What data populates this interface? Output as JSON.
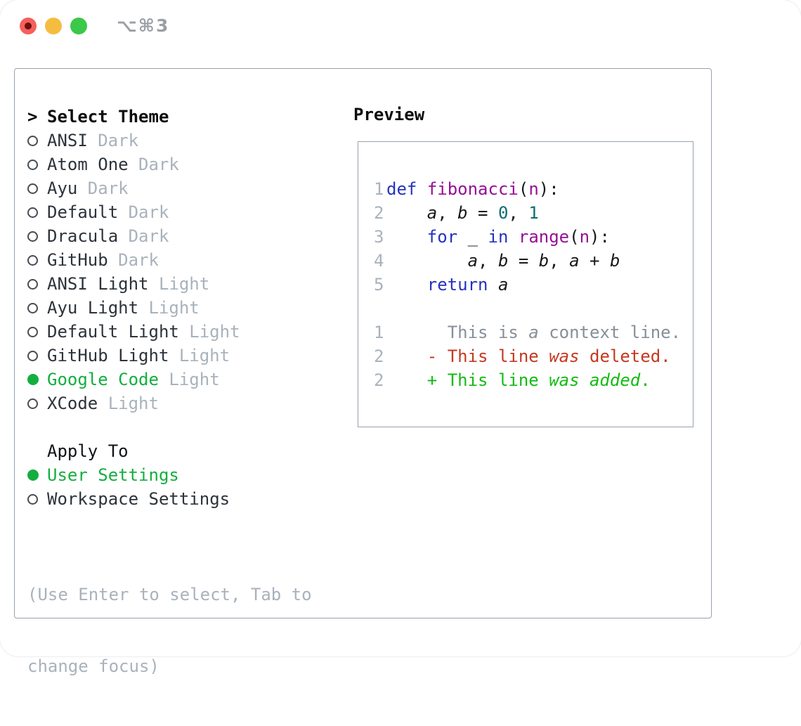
{
  "window": {
    "shortcut": "⌥⌘3",
    "traffic_lights": [
      "close",
      "minimize",
      "zoom"
    ]
  },
  "theme_picker": {
    "prompt": ">",
    "title": "Select Theme",
    "items": [
      {
        "name": "ANSI",
        "variant": "Dark",
        "selected": false
      },
      {
        "name": "Atom One",
        "variant": "Dark",
        "selected": false
      },
      {
        "name": "Ayu",
        "variant": "Dark",
        "selected": false
      },
      {
        "name": "Default",
        "variant": "Dark",
        "selected": false
      },
      {
        "name": "Dracula",
        "variant": "Dark",
        "selected": false
      },
      {
        "name": "GitHub",
        "variant": "Dark",
        "selected": false
      },
      {
        "name": "ANSI Light",
        "variant": "Light",
        "selected": false
      },
      {
        "name": "Ayu Light",
        "variant": "Light",
        "selected": false
      },
      {
        "name": "Default Light",
        "variant": "Light",
        "selected": false
      },
      {
        "name": "GitHub Light",
        "variant": "Light",
        "selected": false
      },
      {
        "name": "Google Code",
        "variant": "Light",
        "selected": true
      },
      {
        "name": "XCode",
        "variant": "Light",
        "selected": false
      }
    ],
    "apply_to": {
      "title": "Apply To",
      "options": [
        {
          "label": "User Settings",
          "selected": true
        },
        {
          "label": "Workspace Settings",
          "selected": false
        }
      ]
    },
    "help": [
      "(Use Enter to select, Tab to",
      "change focus)"
    ]
  },
  "preview": {
    "title": "Preview",
    "lines": [
      {
        "num": "1",
        "segs": [
          {
            "t": "def",
            "s": "kw"
          },
          {
            "t": " ",
            "s": "pln"
          },
          {
            "t": "fibonacci",
            "s": "fn"
          },
          {
            "t": "(",
            "s": "pln"
          },
          {
            "t": "n",
            "s": "fn"
          },
          {
            "t": "):",
            "s": "pln"
          }
        ]
      },
      {
        "num": "2",
        "segs": [
          {
            "t": "    ",
            "s": "pln"
          },
          {
            "t": "a",
            "s": "var"
          },
          {
            "t": ", ",
            "s": "pln"
          },
          {
            "t": "b",
            "s": "var"
          },
          {
            "t": " = ",
            "s": "pln"
          },
          {
            "t": "0",
            "s": "lit"
          },
          {
            "t": ", ",
            "s": "pln"
          },
          {
            "t": "1",
            "s": "lit"
          }
        ]
      },
      {
        "num": "3",
        "segs": [
          {
            "t": "    ",
            "s": "pln"
          },
          {
            "t": "for",
            "s": "kw"
          },
          {
            "t": " _ ",
            "s": "pln"
          },
          {
            "t": "in",
            "s": "kw"
          },
          {
            "t": " ",
            "s": "pln"
          },
          {
            "t": "range",
            "s": "fn"
          },
          {
            "t": "(",
            "s": "pln"
          },
          {
            "t": "n",
            "s": "fn"
          },
          {
            "t": "):",
            "s": "pln"
          }
        ]
      },
      {
        "num": "4",
        "segs": [
          {
            "t": "        ",
            "s": "pln"
          },
          {
            "t": "a",
            "s": "var"
          },
          {
            "t": ", ",
            "s": "pln"
          },
          {
            "t": "b",
            "s": "var"
          },
          {
            "t": " = ",
            "s": "pln"
          },
          {
            "t": "b",
            "s": "var"
          },
          {
            "t": ", ",
            "s": "pln"
          },
          {
            "t": "a",
            "s": "var"
          },
          {
            "t": " + ",
            "s": "pln"
          },
          {
            "t": "b",
            "s": "var"
          }
        ]
      },
      {
        "num": "5",
        "segs": [
          {
            "t": "    ",
            "s": "pln"
          },
          {
            "t": "return",
            "s": "kw"
          },
          {
            "t": " ",
            "s": "pln"
          },
          {
            "t": "a",
            "s": "var"
          }
        ]
      },
      {
        "num": "",
        "segs": []
      },
      {
        "num": "1",
        "segs": [
          {
            "t": "      ",
            "s": "ctx"
          },
          {
            "t": "This is ",
            "s": "ctx"
          },
          {
            "t": "a",
            "s": "ctx-i"
          },
          {
            "t": " context line.",
            "s": "ctx"
          }
        ]
      },
      {
        "num": "2",
        "segs": [
          {
            "t": "    ",
            "s": "del"
          },
          {
            "t": "- This line ",
            "s": "del"
          },
          {
            "t": "was",
            "s": "del-i"
          },
          {
            "t": " deleted.",
            "s": "del"
          }
        ]
      },
      {
        "num": "2",
        "segs": [
          {
            "t": "    ",
            "s": "add"
          },
          {
            "t": "+ This line ",
            "s": "add"
          },
          {
            "t": "was added",
            "s": "add-i"
          },
          {
            "t": ".",
            "s": "add"
          }
        ]
      }
    ]
  },
  "colors": {
    "accent_green": "#14ae3f",
    "diff_added_green": "#12bb12",
    "diff_deleted_red": "#c23a20",
    "syntax_keyword_blue": "#2433c0",
    "syntax_function_purple": "#951095",
    "syntax_literal_teal": "#0e6d6d",
    "muted_gray": "#a9b2bc",
    "context_gray": "#878f98",
    "border_gray": "#98a2ac",
    "traffic_red": "#f4605a",
    "traffic_yellow": "#f5bd40",
    "traffic_green": "#3ac948"
  }
}
